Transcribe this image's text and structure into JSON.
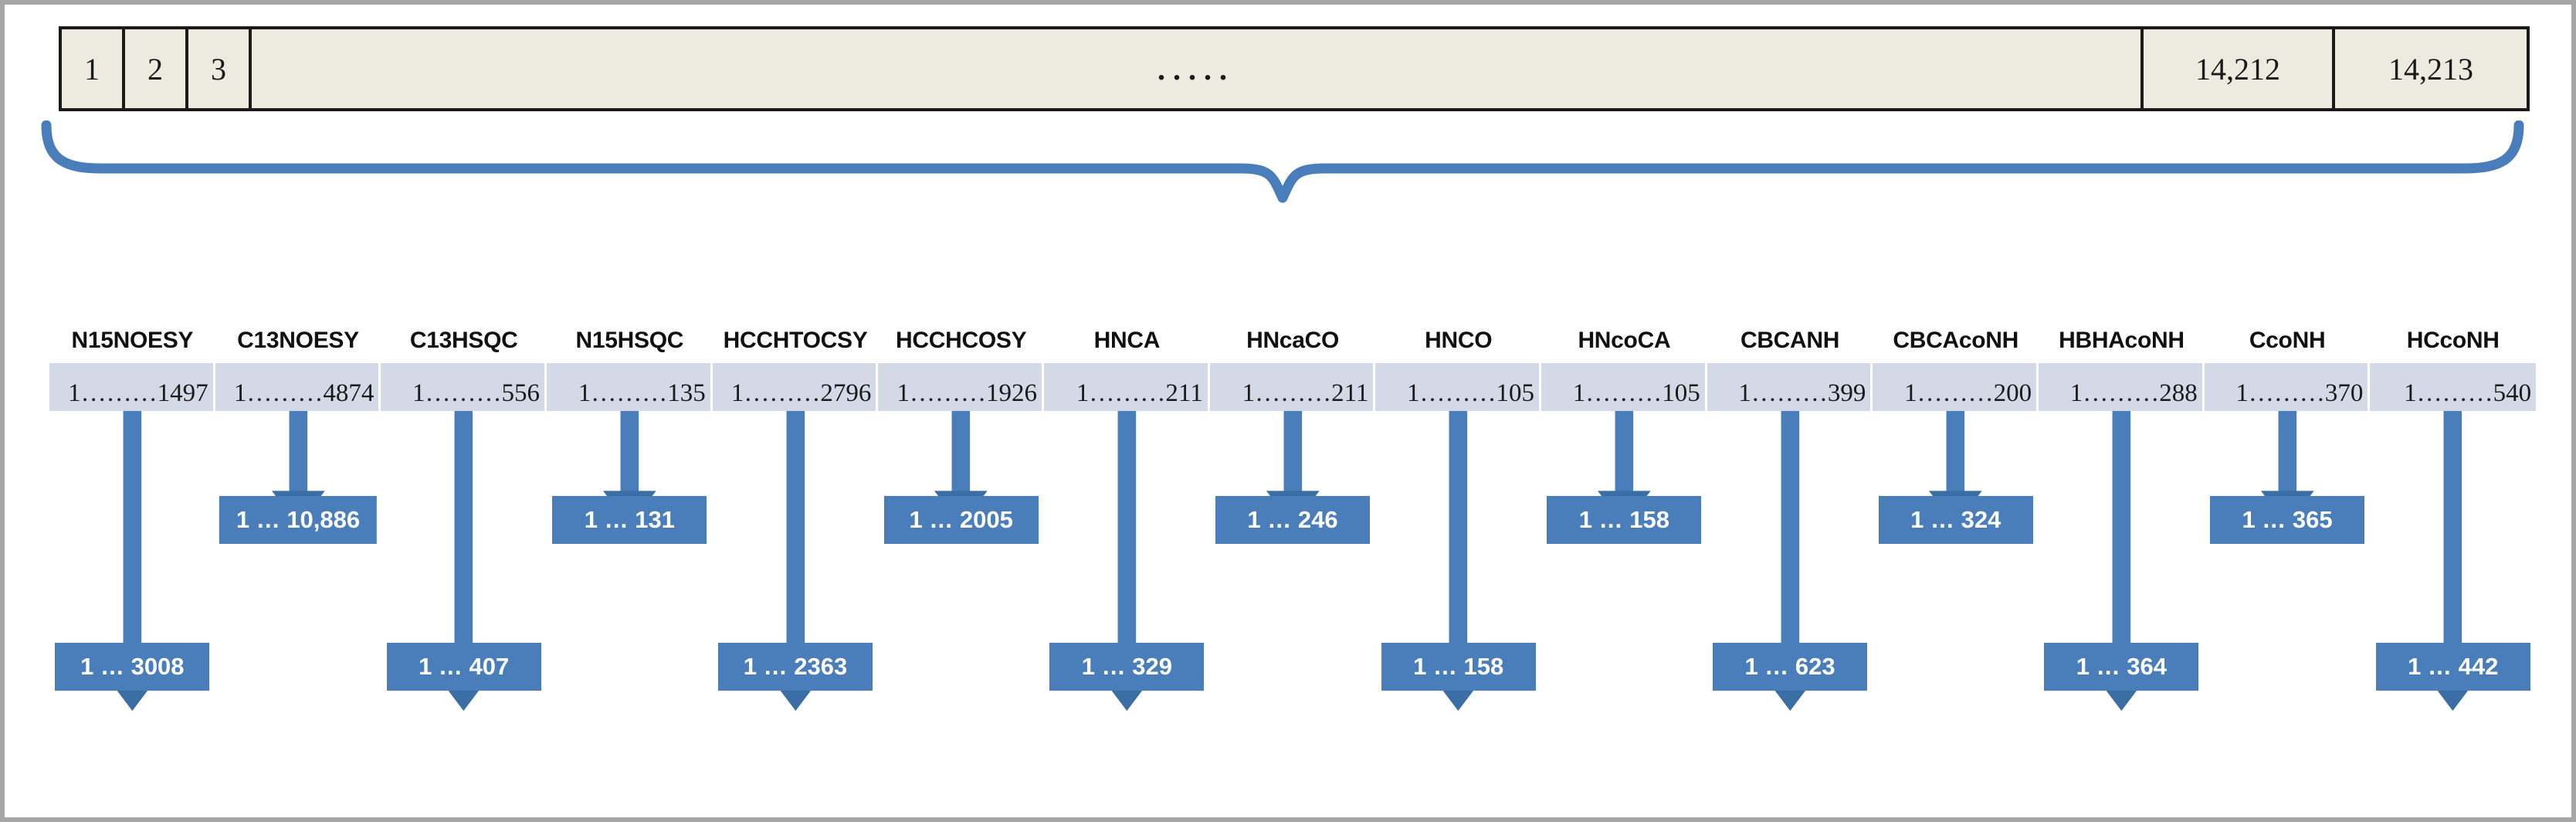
{
  "colors": {
    "accent_blue": "#4a7ebb",
    "table_beige": "#edebe0",
    "range_cell": "#d3d9e6",
    "border_dark": "#1a1a1a",
    "page_border": "#a6a6a6"
  },
  "index_table": {
    "cells": [
      "1",
      "2",
      "3"
    ],
    "ellipsis": ".....",
    "tail_cells": [
      "14,212",
      "14,213"
    ]
  },
  "columns": [
    {
      "header": "N15NOESY",
      "range": "1………1497",
      "box": "1 … 3008",
      "box_row": "bot"
    },
    {
      "header": "C13NOESY",
      "range": "1………4874",
      "box": "1 … 10,886",
      "box_row": "mid"
    },
    {
      "header": "C13HSQC",
      "range": "1………556",
      "box": "1 … 407",
      "box_row": "bot"
    },
    {
      "header": "N15HSQC",
      "range": "1………135",
      "box": "1 …  131",
      "box_row": "mid"
    },
    {
      "header": "HCCHTOCSY",
      "range": "1………2796",
      "box": "1 … 2363",
      "box_row": "bot"
    },
    {
      "header": "HCCHCOSY",
      "range": "1………1926",
      "box": "1 …  2005",
      "box_row": "mid"
    },
    {
      "header": "HNCA",
      "range": "1………211",
      "box": "1 …  329",
      "box_row": "bot"
    },
    {
      "header": "HNcaCO",
      "range": "1………211",
      "box": "1 …  246",
      "box_row": "mid"
    },
    {
      "header": "HNCO",
      "range": "1………105",
      "box": "1 …  158",
      "box_row": "bot"
    },
    {
      "header": "HNcoCA",
      "range": "1………105",
      "box": "1 …  158",
      "box_row": "mid"
    },
    {
      "header": "CBCANH",
      "range": "1………399",
      "box": "1 …  623",
      "box_row": "bot"
    },
    {
      "header": "CBCAcoNH",
      "range": "1………200",
      "box": "1 …  324",
      "box_row": "mid"
    },
    {
      "header": "HBHAcoNH",
      "range": "1………288",
      "box": "1 …  364",
      "box_row": "bot"
    },
    {
      "header": "CcoNH",
      "range": "1………370",
      "box": "1 …  365",
      "box_row": "mid"
    },
    {
      "header": "HCcoNH",
      "range": "1………540",
      "box": "1 …  442",
      "box_row": "bot"
    }
  ]
}
